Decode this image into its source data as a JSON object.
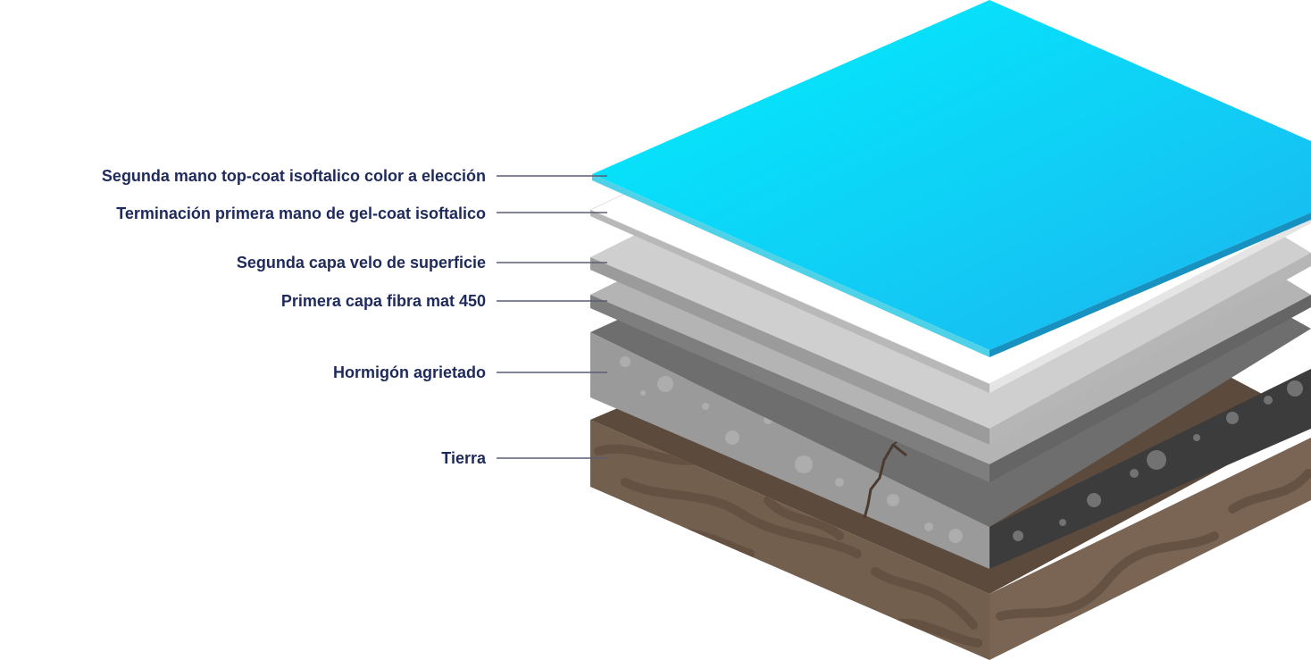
{
  "labels": [
    "Segunda mano top-coat isoftalico color a elección",
    "Terminación primera mano de gel-coat isoftalico",
    "Segunda capa velo de superficie",
    "Primera capa fibra mat 450",
    "Hormigón agrietado",
    "Tierra"
  ],
  "colors": {
    "label_text": "#1f2a5c",
    "leader_line": "#5a5d73",
    "top_coat_light": "#00f0ff",
    "top_coat_dark": "#1cb4ee",
    "gel_coat": "#ffffff",
    "veil_top": "#cfcfcf",
    "mat_top": "#b4b4b4",
    "concrete_top": "#6e6e6e",
    "concrete_side": "#9a9a9a",
    "soil_top": "#5c4a3c",
    "soil_side": "#735f4e"
  }
}
